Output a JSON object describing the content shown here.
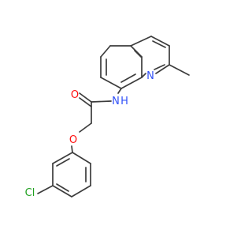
{
  "molecule": {
    "atom_labels": {
      "quinoline_n": "N",
      "amide_n": "N",
      "h": "H",
      "carbonyl_o": "O",
      "ether_o": "O",
      "chlorine": "Cl"
    },
    "colors": {
      "bond": "#3c3c3c",
      "nitrogen": "#3050f8",
      "oxygen": "#ff0d0d",
      "chlorine": "#1fa01f"
    }
  }
}
